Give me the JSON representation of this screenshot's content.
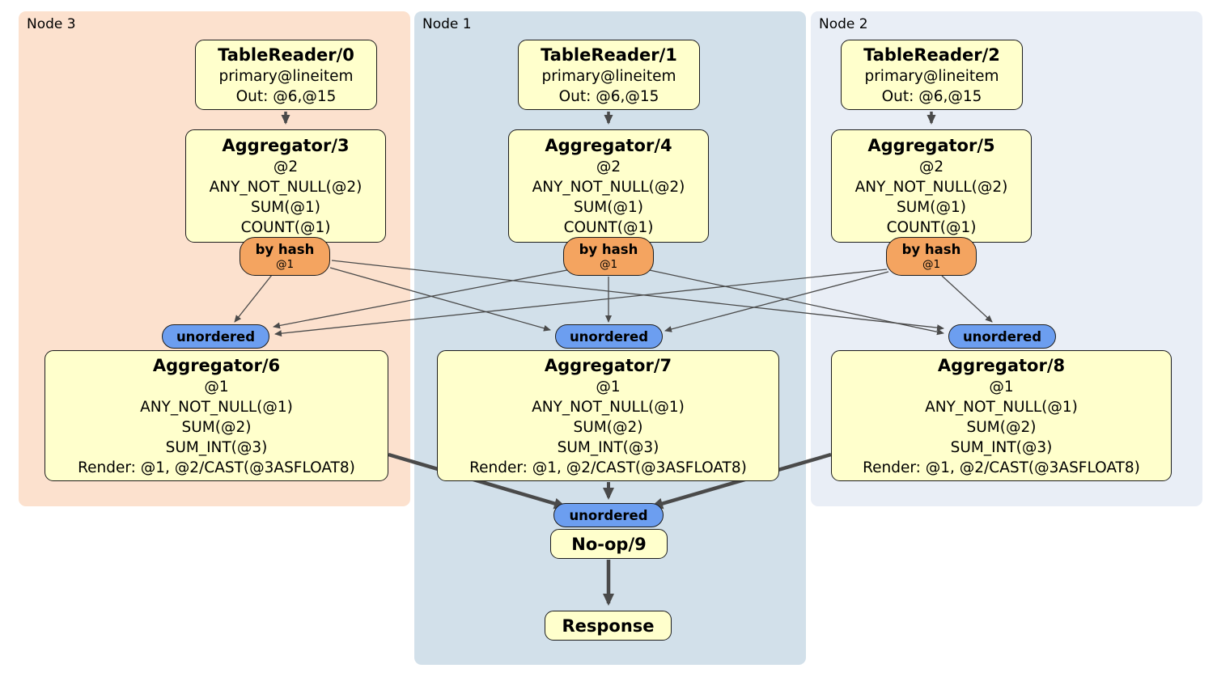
{
  "regions": [
    {
      "label": "Node 3"
    },
    {
      "label": "Node 1"
    },
    {
      "label": "Node 2"
    }
  ],
  "boxes": {
    "tr0": {
      "title": "TableReader/0",
      "lines": [
        "primary@lineitem",
        "Out: @6,@15"
      ]
    },
    "tr1": {
      "title": "TableReader/1",
      "lines": [
        "primary@lineitem",
        "Out: @6,@15"
      ]
    },
    "tr2": {
      "title": "TableReader/2",
      "lines": [
        "primary@lineitem",
        "Out: @6,@15"
      ]
    },
    "agg3": {
      "title": "Aggregator/3",
      "lines": [
        "@2",
        "ANY_NOT_NULL(@2)",
        "SUM(@1)",
        "COUNT(@1)"
      ]
    },
    "agg4": {
      "title": "Aggregator/4",
      "lines": [
        "@2",
        "ANY_NOT_NULL(@2)",
        "SUM(@1)",
        "COUNT(@1)"
      ]
    },
    "agg5": {
      "title": "Aggregator/5",
      "lines": [
        "@2",
        "ANY_NOT_NULL(@2)",
        "SUM(@1)",
        "COUNT(@1)"
      ]
    },
    "agg6": {
      "title": "Aggregator/6",
      "lines": [
        "@1",
        "ANY_NOT_NULL(@1)",
        "SUM(@2)",
        "SUM_INT(@3)",
        "Render: @1, @2/CAST(@3ASFLOAT8)"
      ]
    },
    "agg7": {
      "title": "Aggregator/7",
      "lines": [
        "@1",
        "ANY_NOT_NULL(@1)",
        "SUM(@2)",
        "SUM_INT(@3)",
        "Render: @1, @2/CAST(@3ASFLOAT8)"
      ]
    },
    "agg8": {
      "title": "Aggregator/8",
      "lines": [
        "@1",
        "ANY_NOT_NULL(@1)",
        "SUM(@2)",
        "SUM_INT(@3)",
        "Render: @1, @2/CAST(@3ASFLOAT8)"
      ]
    },
    "noop": {
      "title": "No-op/9"
    },
    "response": {
      "title": "Response"
    }
  },
  "router": {
    "label": "by hash",
    "sub": "@1"
  },
  "stream": {
    "unordered_label": "unordered"
  },
  "colors": {
    "node3_bg": "#fce1ce",
    "node1_bg": "#d2e0ea",
    "node2_bg": "#e9eef6",
    "processor_fill": "#ffffcc",
    "router_fill": "#f4a460",
    "stream_fill": "#6c9ef0",
    "edge": "#4a4a4a",
    "border": "#1c1c1c"
  }
}
